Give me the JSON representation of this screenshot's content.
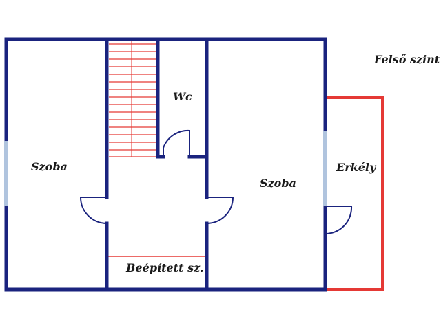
{
  "title": "Felső szint",
  "rooms": {
    "left": "Szoba",
    "wc": "Wc",
    "right": "Szoba",
    "balcony": "Erkély",
    "builtin": "Beépített sz."
  },
  "colors": {
    "wall": "#1a237e",
    "window": "#b0c4de",
    "stair": "#e53935",
    "balcony": "#e53935",
    "door": "#1a237e",
    "background": "#ffffff"
  }
}
